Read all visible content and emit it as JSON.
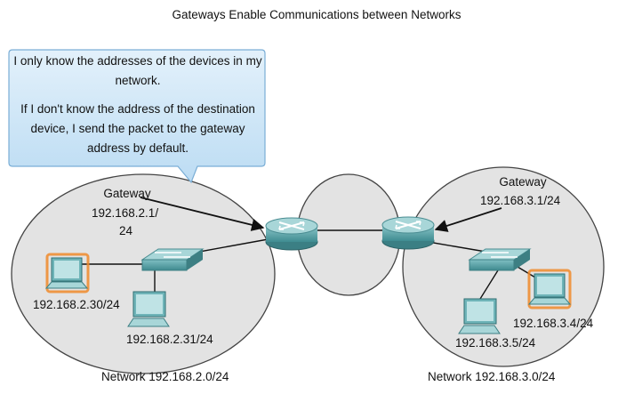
{
  "title": "Gateways Enable Communications between Networks",
  "callout": {
    "line1": "I only know the addresses of the devices in my network.",
    "line2": "If I don't know the address of the destination device, I send the packet to the gateway address by default."
  },
  "left_network": {
    "gateway_label": "Gateway",
    "gateway_ip_line1": "192.168.2.1/",
    "gateway_ip_line2": "24",
    "host_a_ip": "192.168.2.30/24",
    "host_b_ip": "192.168.2.31/24",
    "network_label": "Network 192.168.2.0/24"
  },
  "right_network": {
    "gateway_label": "Gateway",
    "gateway_ip": "192.168.3.1/24",
    "host_a_ip": "192.168.3.4/24",
    "host_b_ip": "192.168.3.5/24",
    "network_label": "Network 192.168.3.0/24"
  },
  "colors": {
    "callout_fill": "#cfe6f7",
    "callout_border": "#7aaed6",
    "ellipse_fill": "#e3e3e3",
    "device_teal": "#4f9ea3",
    "highlight_orange": "#f08a2a"
  }
}
